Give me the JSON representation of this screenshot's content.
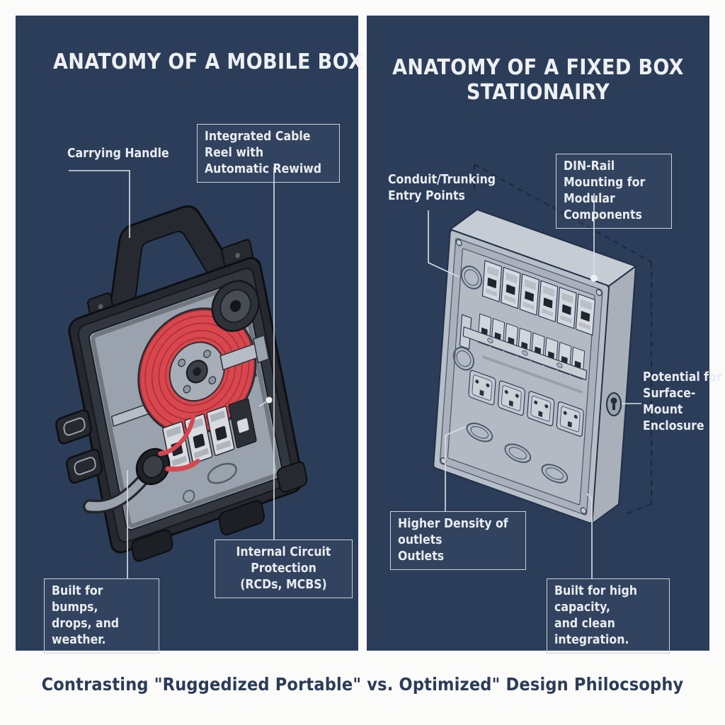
{
  "page": {
    "caption": "Contrasting \"Ruggedized Portable\" vs. Optimized\" Design Philocsophy",
    "colors": {
      "panel_navy": "#2b3d59",
      "label_text": "#e9ecef",
      "leader_line": "#dde1e5",
      "cable_red": "#d9464e",
      "box_dark_shell": "#25282f",
      "box_light_gray": "#b7bec8",
      "caption_navy": "#2b3c58"
    }
  },
  "left_panel": {
    "title": "ANATOMY OF A MOBILE BOX",
    "labels": {
      "carrying_handle": "Carrying Handle",
      "cable_reel": "Integrated Cable Reel with\nAutomatic Rewiwd",
      "circuit_protection": "Internal Circuit Protection\n(RCDs, MCBS)",
      "durability": "Built for bumps,\ndrops, and weather."
    }
  },
  "right_panel": {
    "title": "ANATOMY OF A FIXED BOX\nSTATIONAIRY",
    "labels": {
      "conduit": "Conduit/Trunking\nEntry Points",
      "din_rail": "DIN-Rail Mounting for\nModular Components",
      "surface_mount": "Potential for\nSurface-Mount\nEnclosure",
      "outlets": "Higher Density of outlets\nOutlets",
      "capacity": "Built for high capacity,\nand clean integration."
    }
  }
}
